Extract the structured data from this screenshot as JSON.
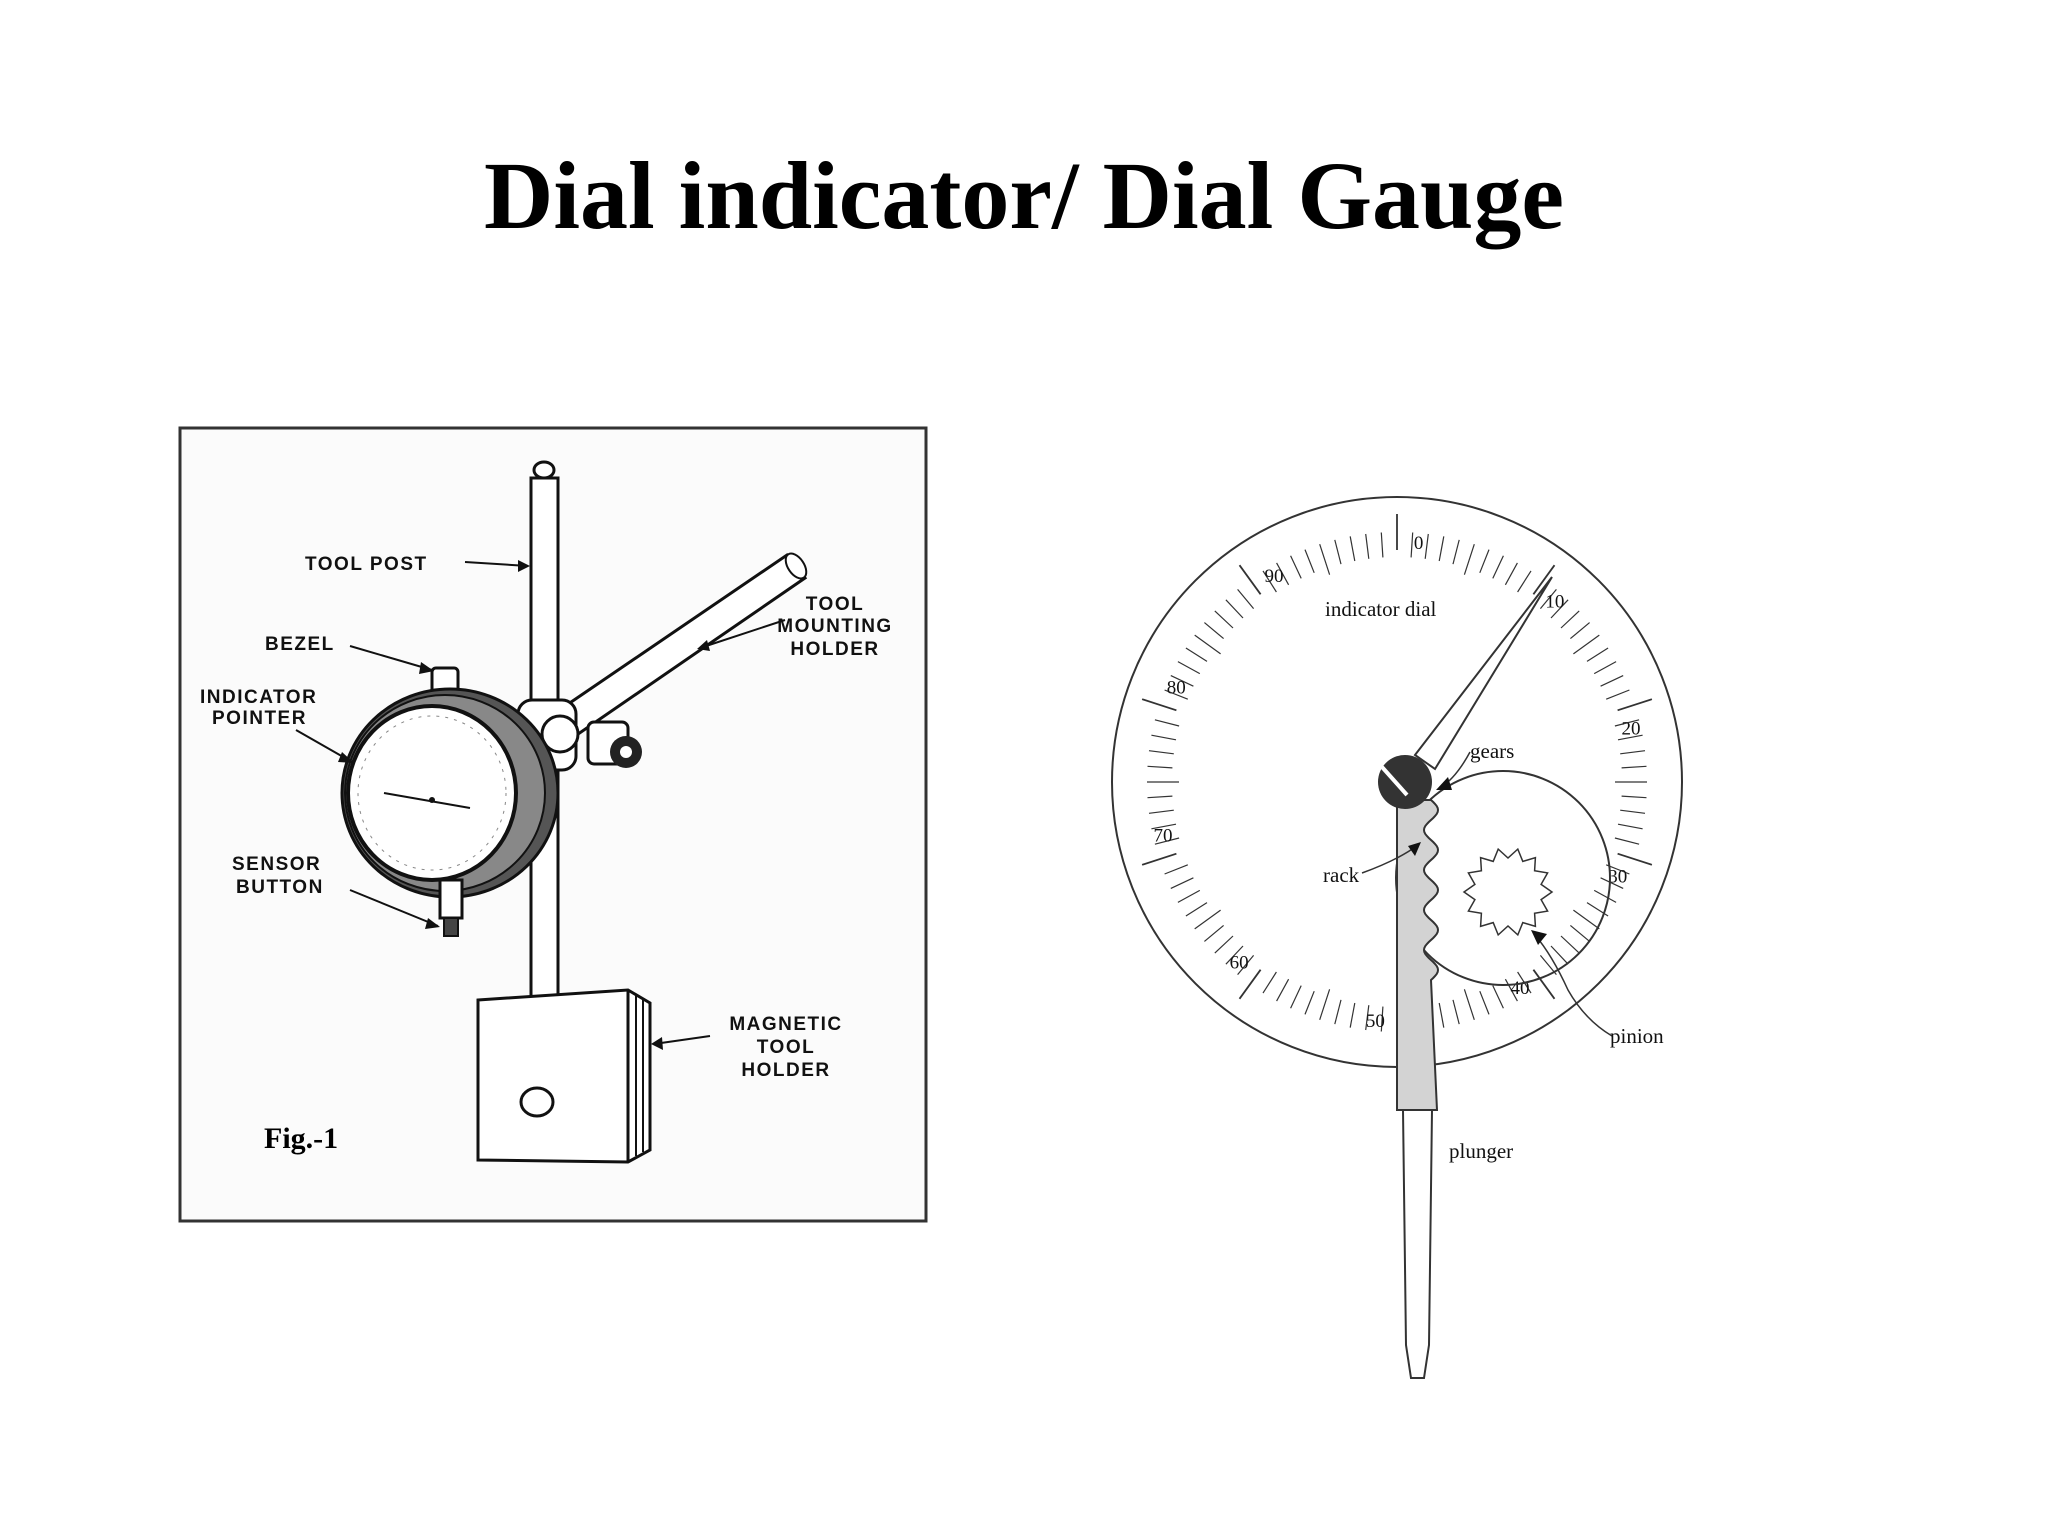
{
  "slide": {
    "title": "Dial indicator/ Dial Gauge"
  },
  "figure_left": {
    "caption": "Fig.-1",
    "labels": {
      "tool_post": "TOOL POST",
      "bezel": "BEZEL",
      "indicator_pointer": [
        "INDICATOR",
        "POINTER"
      ],
      "sensor_button": [
        "SENSOR",
        "BUTTON"
      ],
      "tool_mounting_holder": [
        "TOOL",
        "MOUNTING",
        "HOLDER"
      ],
      "magnetic_tool_holder": [
        "MAGNETIC",
        "TOOL",
        "HOLDER"
      ]
    }
  },
  "figure_right": {
    "labels": {
      "indicator_dial": "indicator dial",
      "gears": "gears",
      "rack": "rack",
      "pinion": "pinion",
      "plunger": "plunger"
    },
    "dial_numbers": [
      "0",
      "10",
      "20",
      "30",
      "40",
      "50",
      "60",
      "70",
      "80",
      "90"
    ]
  },
  "colors": {
    "ink": "#111111",
    "background": "#ffffff"
  }
}
